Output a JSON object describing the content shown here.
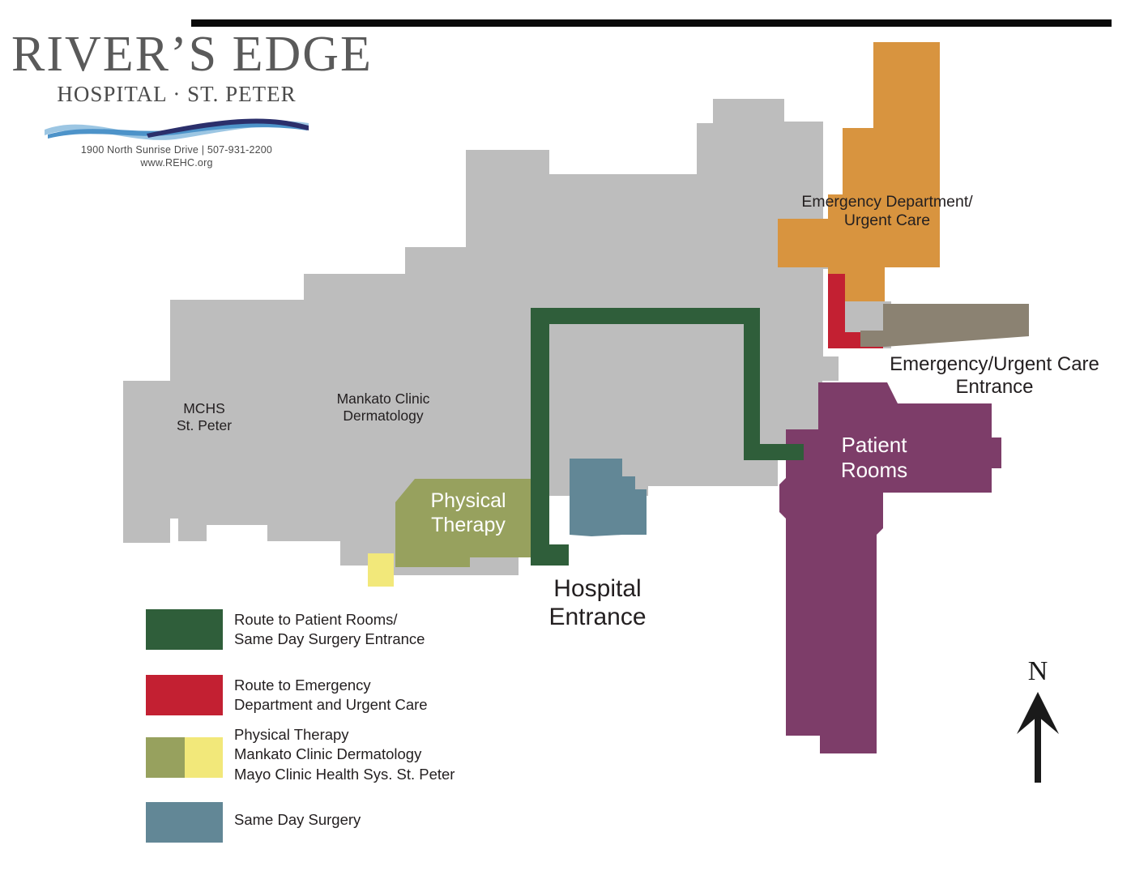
{
  "logo": {
    "wordmark": "RIVER’S EDGE",
    "subtitle": "HOSPITAL · ST. PETER",
    "address": "1900 North Sunrise Drive | 507-931-2200",
    "website": "www.REHC.org"
  },
  "map": {
    "labels": {
      "emergency_department": "Emergency Department/\nUrgent Care",
      "emergency_entrance": "Emergency/Urgent Care\nEntrance",
      "mchs": "MCHS\nSt. Peter",
      "mankato_clinic": "Mankato Clinic\nDermatology",
      "patient_rooms": "Patient\nRooms",
      "physical_therapy": "Physical\nTherapy",
      "hospital_entrance": "Hospital\nEntrance"
    }
  },
  "legend": {
    "items": [
      {
        "label": "Route to Patient Rooms/\nSame Day Surgery Entrance",
        "colors": [
          "#2f5e3a"
        ],
        "swatch_name": "legend-swatch-green-route"
      },
      {
        "label": "Route to Emergency\nDepartment and Urgent Care",
        "colors": [
          "#c32032"
        ],
        "swatch_name": "legend-swatch-red-route"
      },
      {
        "label": "Physical Therapy\nMankato Clinic Dermatology\nMayo Clinic Health Sys. St. Peter",
        "colors": [
          "#97a15e",
          "#f2e87a"
        ],
        "swatch_name": "legend-swatch-clinics"
      },
      {
        "label": "Same Day Surgery",
        "colors": [
          "#628796"
        ],
        "swatch_name": "legend-swatch-same-day-surgery"
      }
    ]
  },
  "compass": {
    "north_label": "N"
  },
  "colors": {
    "building_gray": "#bdbdbd",
    "orange_emergency": "#d8943f",
    "purple_patient_rooms": "#7d3d69",
    "olive_physical_therapy": "#97a15e",
    "yellow_mayo": "#f2e87a",
    "teal_same_day_surgery": "#628796",
    "brown_driveway": "#8b8272",
    "green_route": "#2f5e3a",
    "red_route": "#c32032",
    "black_rule": "#0a0a0a",
    "text_dark": "#231f20"
  }
}
